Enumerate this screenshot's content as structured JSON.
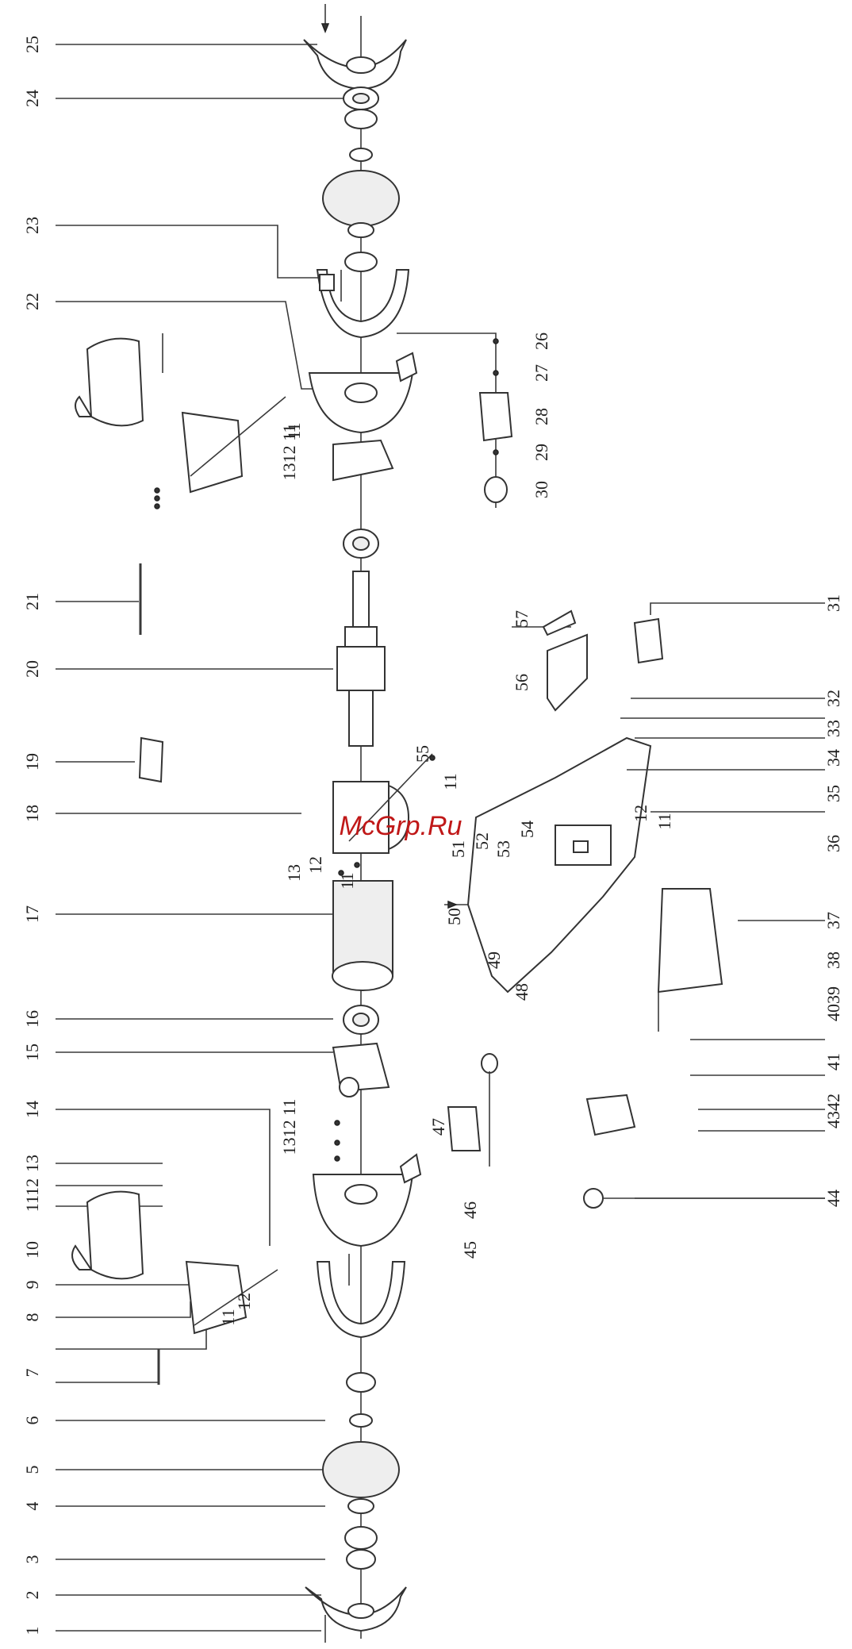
{
  "watermark": "McGrp.Ru",
  "left_labels": [
    "25",
    "24",
    "23",
    "22",
    "21",
    "20",
    "19",
    "18",
    "17",
    "16",
    "15",
    "14",
    "13",
    "1112",
    "10",
    "9",
    "8",
    "7",
    "6",
    "5",
    "4",
    "3",
    "2",
    "1"
  ],
  "top_small_labels": [
    "12",
    "13",
    "11",
    "11",
    "11",
    "12",
    "11"
  ],
  "upper_shaft_labels": [
    "1312 11",
    "1312 11"
  ],
  "vertical_group_labels": [
    "30",
    "29",
    "28",
    "27",
    "26"
  ],
  "right_labels": [
    "31",
    "32",
    "33",
    "34",
    "35",
    "36",
    "37",
    "38",
    "4039",
    "41",
    "4342",
    "44"
  ],
  "middle_labels": [
    "57",
    "56",
    "55",
    "51",
    "52",
    "53",
    "54",
    "50",
    "49",
    "48",
    "47",
    "46",
    "45",
    "12",
    "11"
  ]
}
